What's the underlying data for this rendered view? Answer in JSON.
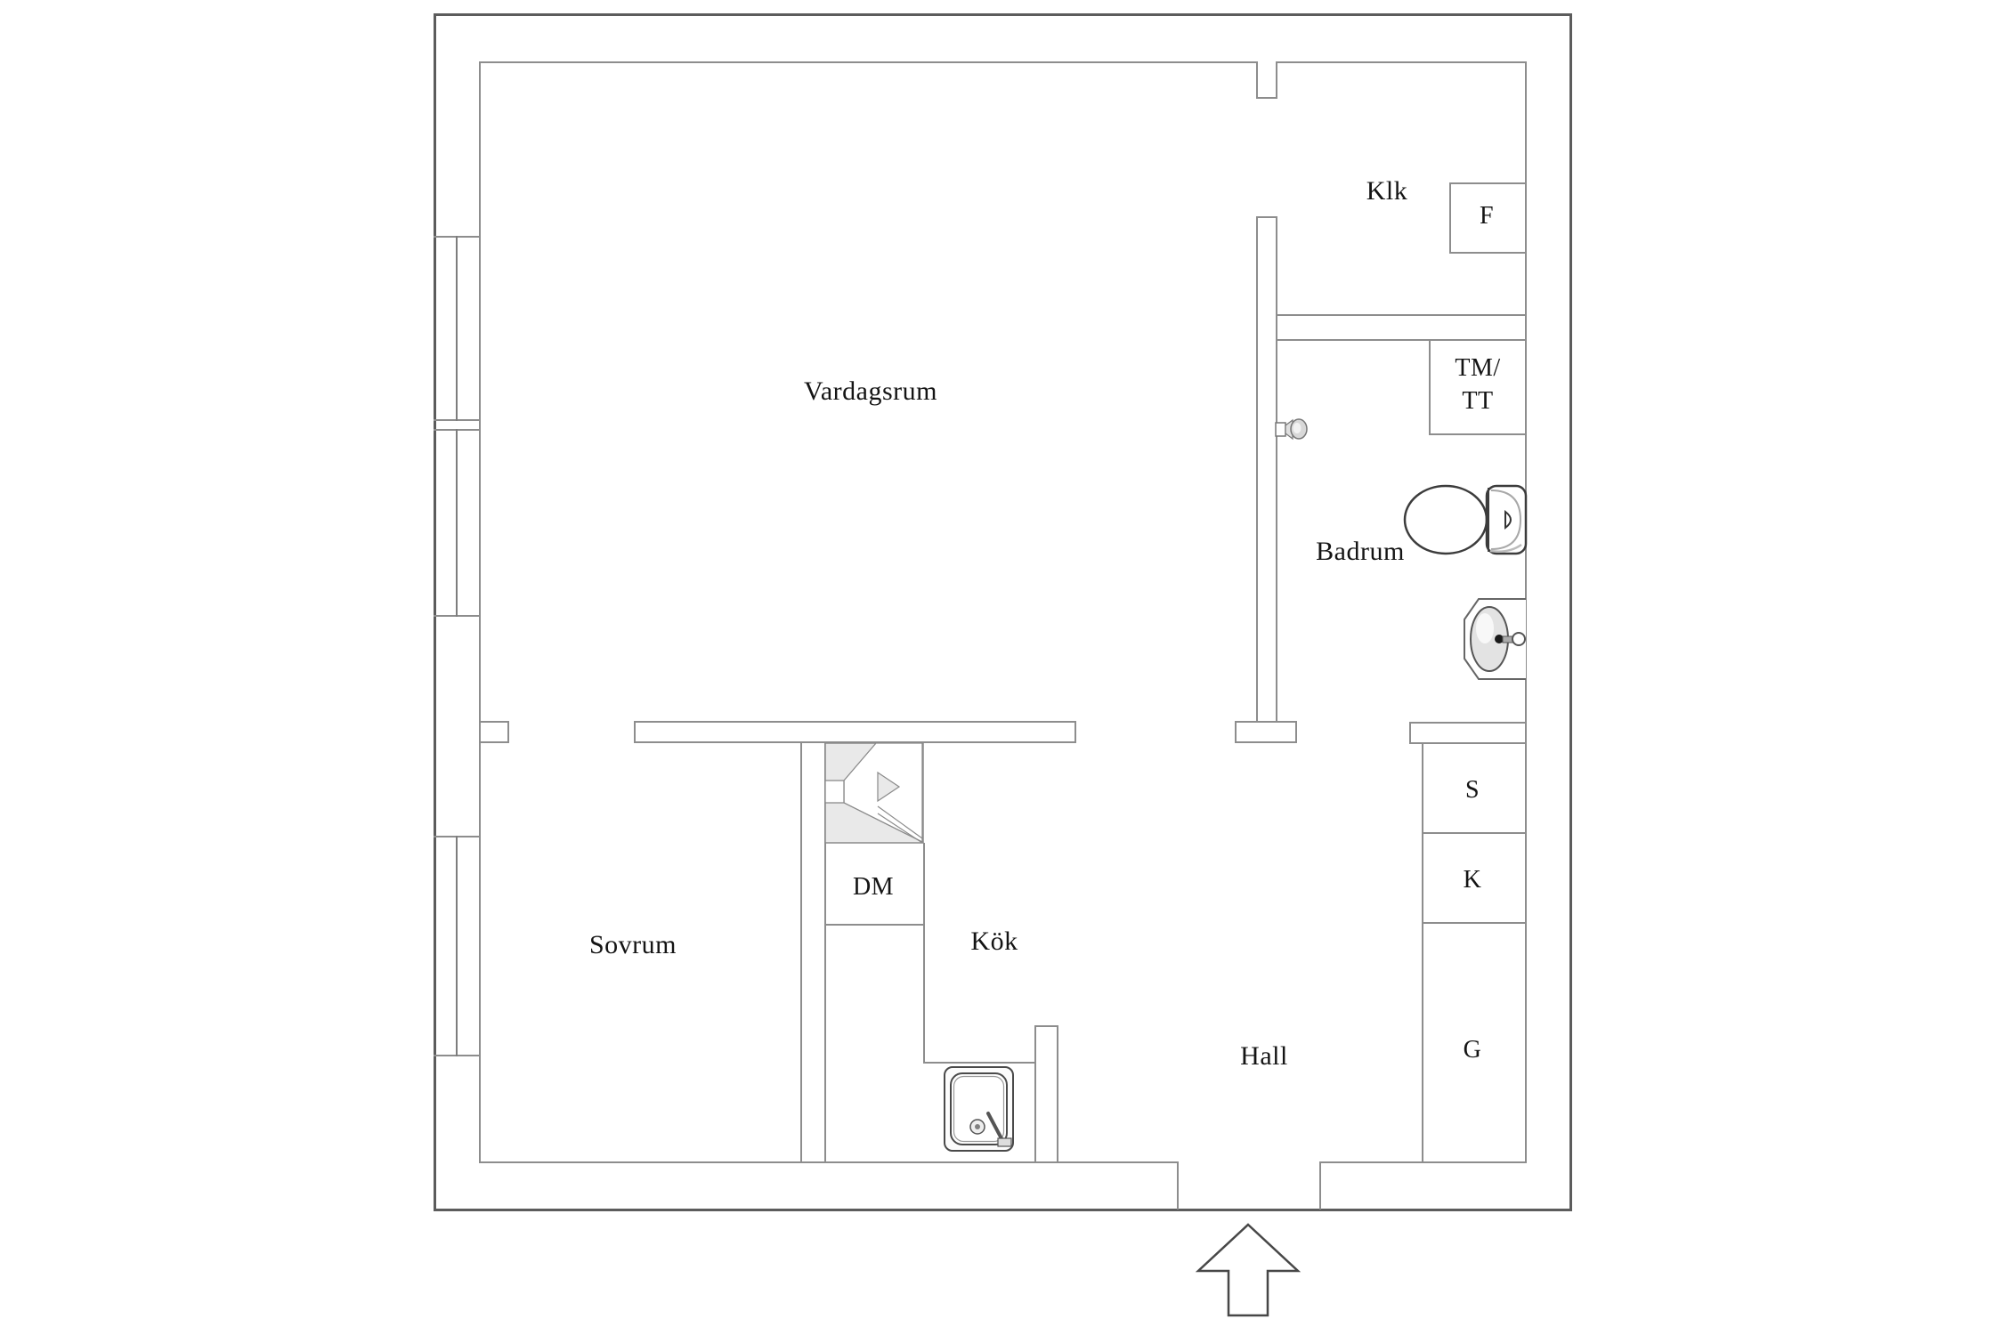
{
  "diagram_type": "apartment floor plan",
  "language": "Swedish",
  "colors": {
    "background": "#ffffff",
    "outer_wall_line": "#5c5c5c",
    "inner_wall_line": "#8d8d8d",
    "fixture_outline": "#3c3c3c",
    "stove_fill": "#e9e9e9",
    "text": "#141414"
  },
  "labels": {
    "vardagsrum": "Vardagsrum",
    "sovrum": "Sovrum",
    "kok": "Kök",
    "hall": "Hall",
    "badrum": "Badrum",
    "klk": "Klk",
    "fridge": "F",
    "tmtt_line1": "TM/",
    "tmtt_line2": "TT",
    "dishwasher": "DM",
    "cabinet_s": "S",
    "cabinet_k": "K",
    "cabinet_g": "G"
  },
  "icons": [
    "stove-icon",
    "kitchen-sink-icon",
    "toilet-icon",
    "bathroom-sink-icon",
    "door-handle-icon",
    "entrance-arrow-icon"
  ]
}
